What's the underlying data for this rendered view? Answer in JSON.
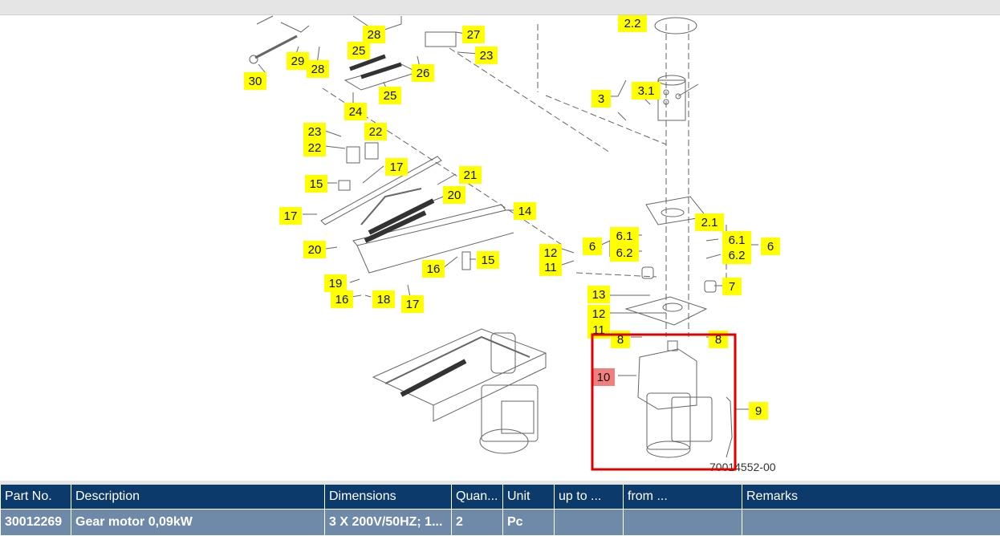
{
  "drawing": {
    "labels": [
      "2.2",
      "28",
      "27",
      "25",
      "29",
      "23",
      "28",
      "26",
      "30",
      "25",
      "24",
      "3.1",
      "3",
      "23",
      "22",
      "22",
      "17",
      "21",
      "15",
      "20",
      "14",
      "17",
      "2.1",
      "6.1",
      "6",
      "6.1",
      "6",
      "12",
      "6.2",
      "6.2",
      "20",
      "16",
      "15",
      "11",
      "7",
      "19",
      "13",
      "16",
      "18",
      "17",
      "12",
      "11",
      "8",
      "8",
      "10",
      "9"
    ],
    "drawing_number": "70014552-00",
    "highlight_color": "#ffff00",
    "selected_color": "#f08080",
    "selection_border_color": "#e00000"
  },
  "table": {
    "headers": [
      "Part No.",
      "Description",
      "Dimensions",
      "Quan...",
      "Unit",
      "up to ...",
      "from ...",
      "Remarks"
    ],
    "rows": [
      [
        "30012269",
        "Gear motor 0,09kW",
        "3 X 200V/50HZ; 1...",
        "2",
        "Pc",
        "",
        "",
        ""
      ]
    ]
  }
}
